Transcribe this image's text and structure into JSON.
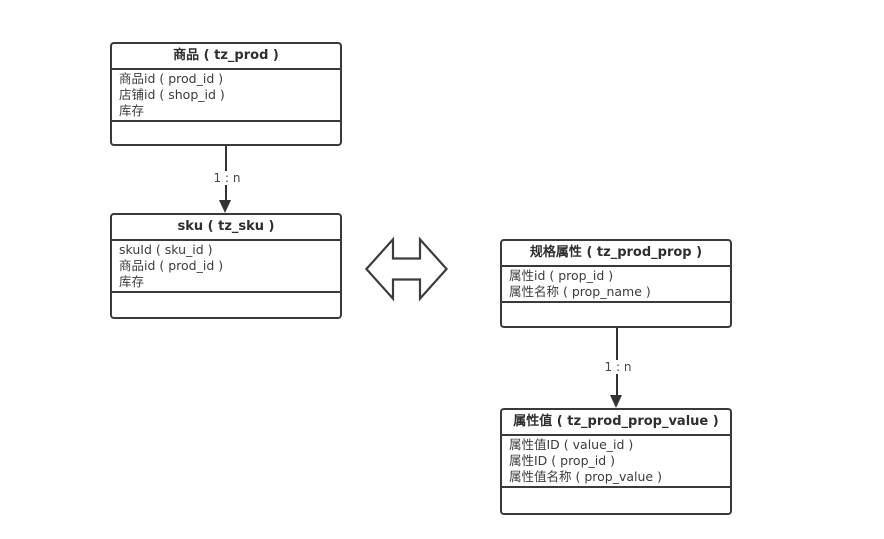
{
  "diagram": {
    "colors": {
      "background": "#ffffff",
      "line": "#3a3a3a",
      "text": "#3c3c3c"
    },
    "entities": [
      {
        "title": "商品 ( tz_prod )",
        "fields": [
          "商品id ( prod_id )",
          "店铺id ( shop_id )",
          "库存"
        ]
      },
      {
        "title": "sku ( tz_sku )",
        "fields": [
          "skuId ( sku_id )",
          "商品id ( prod_id )",
          "库存"
        ]
      },
      {
        "title": "规格属性 ( tz_prod_prop )",
        "fields": [
          "属性id ( prop_id )",
          "属性名称 ( prop_name )"
        ]
      },
      {
        "title": "属性值 ( tz_prod_prop_value )",
        "fields": [
          "属性值ID ( value_id )",
          "属性ID ( prop_id )",
          "属性值名称 ( prop_value )"
        ]
      }
    ],
    "relations": [
      {
        "label": "1 : n",
        "from": "商品 ( tz_prod )",
        "to": "sku ( tz_sku )",
        "direction": "down"
      },
      {
        "label": "1 : n",
        "from": "规格属性 ( tz_prod_prop )",
        "to": "属性值 ( tz_prod_prop_value )",
        "direction": "down"
      }
    ],
    "connector": {
      "type": "bidirectional-arrow",
      "between": [
        "sku ( tz_sku )",
        "规格属性 ( tz_prod_prop )"
      ]
    }
  }
}
